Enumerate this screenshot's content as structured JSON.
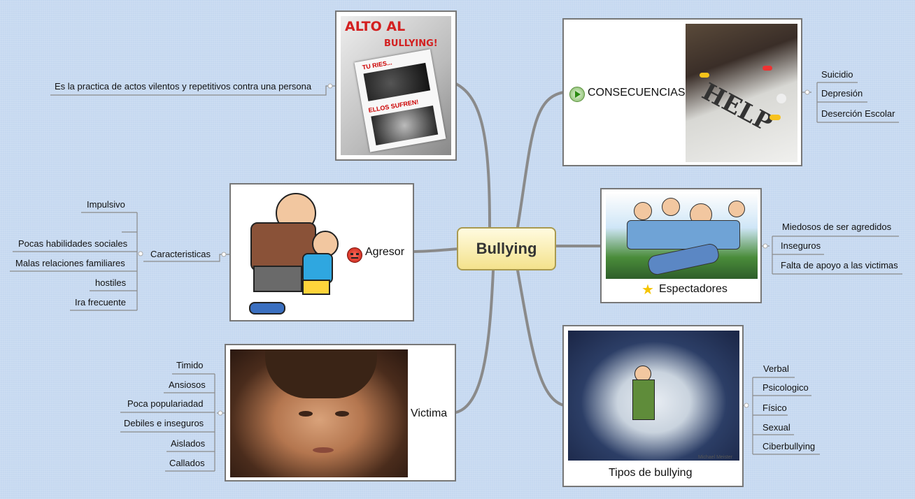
{
  "center": {
    "label": "Bullying"
  },
  "topic_definition": {
    "leaf": "Es la practica de actos vilentos y repetitivos contra una persona",
    "image": {
      "title_line1": "ALTO AL",
      "title_line2": "BULLYING!",
      "caption1": "TU RIES...",
      "caption2": "ELLOS SUFREN!"
    }
  },
  "consecuencias": {
    "label": "CONSECUENCIAS",
    "image_text": "HELP",
    "leaves": [
      "Suicidio",
      "Depresión",
      "Deserción Escolar"
    ]
  },
  "agresor": {
    "label": "Agresor",
    "sub_label": "Caracteristicas",
    "leaves": [
      "Impulsivo",
      "Pocas habilidades sociales",
      "Malas relaciones familiares",
      "hostiles",
      "Ira frecuente"
    ]
  },
  "espectadores": {
    "label": "Espectadores",
    "leaves": [
      "Miedosos de ser agredidos",
      "Inseguros",
      "Falta de apoyo a las victimas"
    ]
  },
  "victima": {
    "label": "Victima",
    "leaves": [
      "Timido",
      "Ansiosos",
      "Poca populariadad",
      "Debiles e inseguros",
      "Aislados",
      "Callados"
    ]
  },
  "tipos": {
    "label": "Tipos de bullying",
    "credit": "Michael Meister",
    "leaves": [
      "Verbal",
      "Psicologico",
      "Físico",
      "Sexual",
      "Ciberbullying"
    ]
  },
  "icons": [
    "play-icon",
    "angry-face-icon",
    "star-icon"
  ],
  "colors": {
    "background": "#c5d8f0",
    "connector": "#808080",
    "center_fill": "#f4e28c",
    "center_border": "#a99a50"
  }
}
